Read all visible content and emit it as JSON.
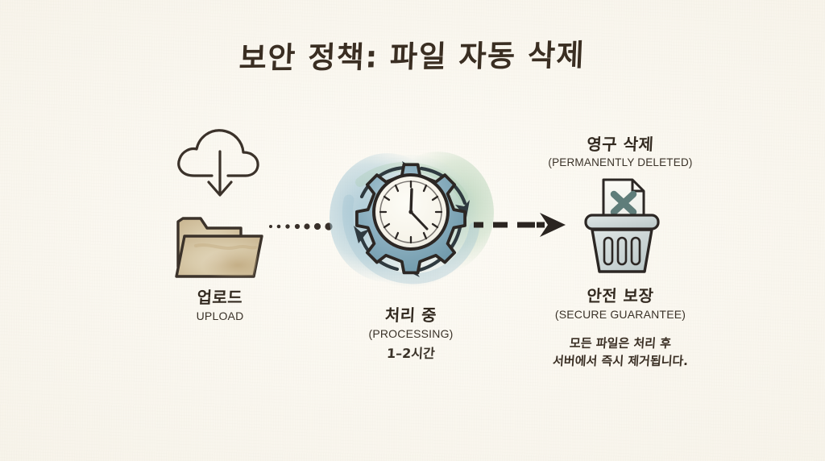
{
  "page": {
    "title": "보안 정책: 파일 자동 삭제",
    "background_color": "#faf7ef",
    "ink_color": "#332a20"
  },
  "nodes": {
    "upload": {
      "icon_cloud": "cloud-upload-icon",
      "icon_folder": "folder-icon",
      "label_kr": "업로드",
      "label_en": "UPLOAD",
      "folder_fill": "#d8c9a8"
    },
    "processing": {
      "icon_gear": "gear-clock-icon",
      "icon_rotation": "rotating-arrows-icon",
      "label_kr": "처리 중",
      "label_en": "(PROCESSING)",
      "label_duration": "1–2시간",
      "blob_color_blue": "#9ec4d4",
      "blob_color_green": "#a9c9ad",
      "gear_fill": "#7fa3b4"
    },
    "delete": {
      "icon_trash": "trash-can-icon",
      "icon_document_x": "document-x-icon",
      "label_top_kr": "영구 삭제",
      "label_top_en": "(PERMANENTLY DELETED)",
      "label_bottom_kr": "안전 보장",
      "label_bottom_en": "(SECURE GUARANTEE)",
      "trash_fill": "#cdd7d6",
      "x_color": "#5f7d7a"
    }
  },
  "connectors": {
    "upload_to_processing": {
      "icon": "dotted-line-icon",
      "style": "dotted"
    },
    "processing_to_delete": {
      "icon": "dashed-arrow-icon",
      "style": "dashed-arrow"
    }
  },
  "footnote": {
    "line1": "모든 파일은 처리 후",
    "line2": "서버에서 즉시 제거됩니다."
  }
}
